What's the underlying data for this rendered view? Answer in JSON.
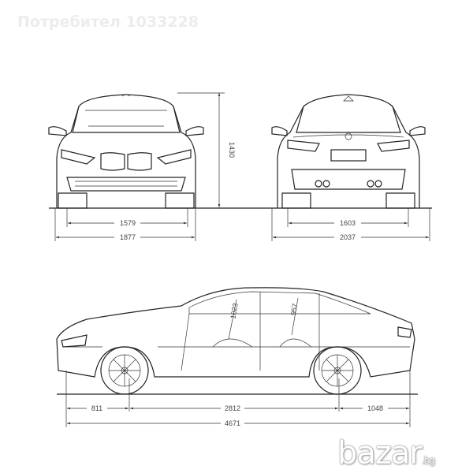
{
  "watermark": "Потребител 1033228",
  "logo": {
    "main": "bazar",
    "tld": ".bg"
  },
  "front_view": {
    "track": "1579",
    "width": "1877",
    "height": "1430"
  },
  "rear_view": {
    "track": "1603",
    "width_with_mirrors": "2037"
  },
  "side_view": {
    "front_overhang": "811",
    "wheelbase": "2812",
    "rear_overhang": "1048",
    "length": "4671",
    "front_headroom": "1023",
    "rear_headroom": "957"
  }
}
